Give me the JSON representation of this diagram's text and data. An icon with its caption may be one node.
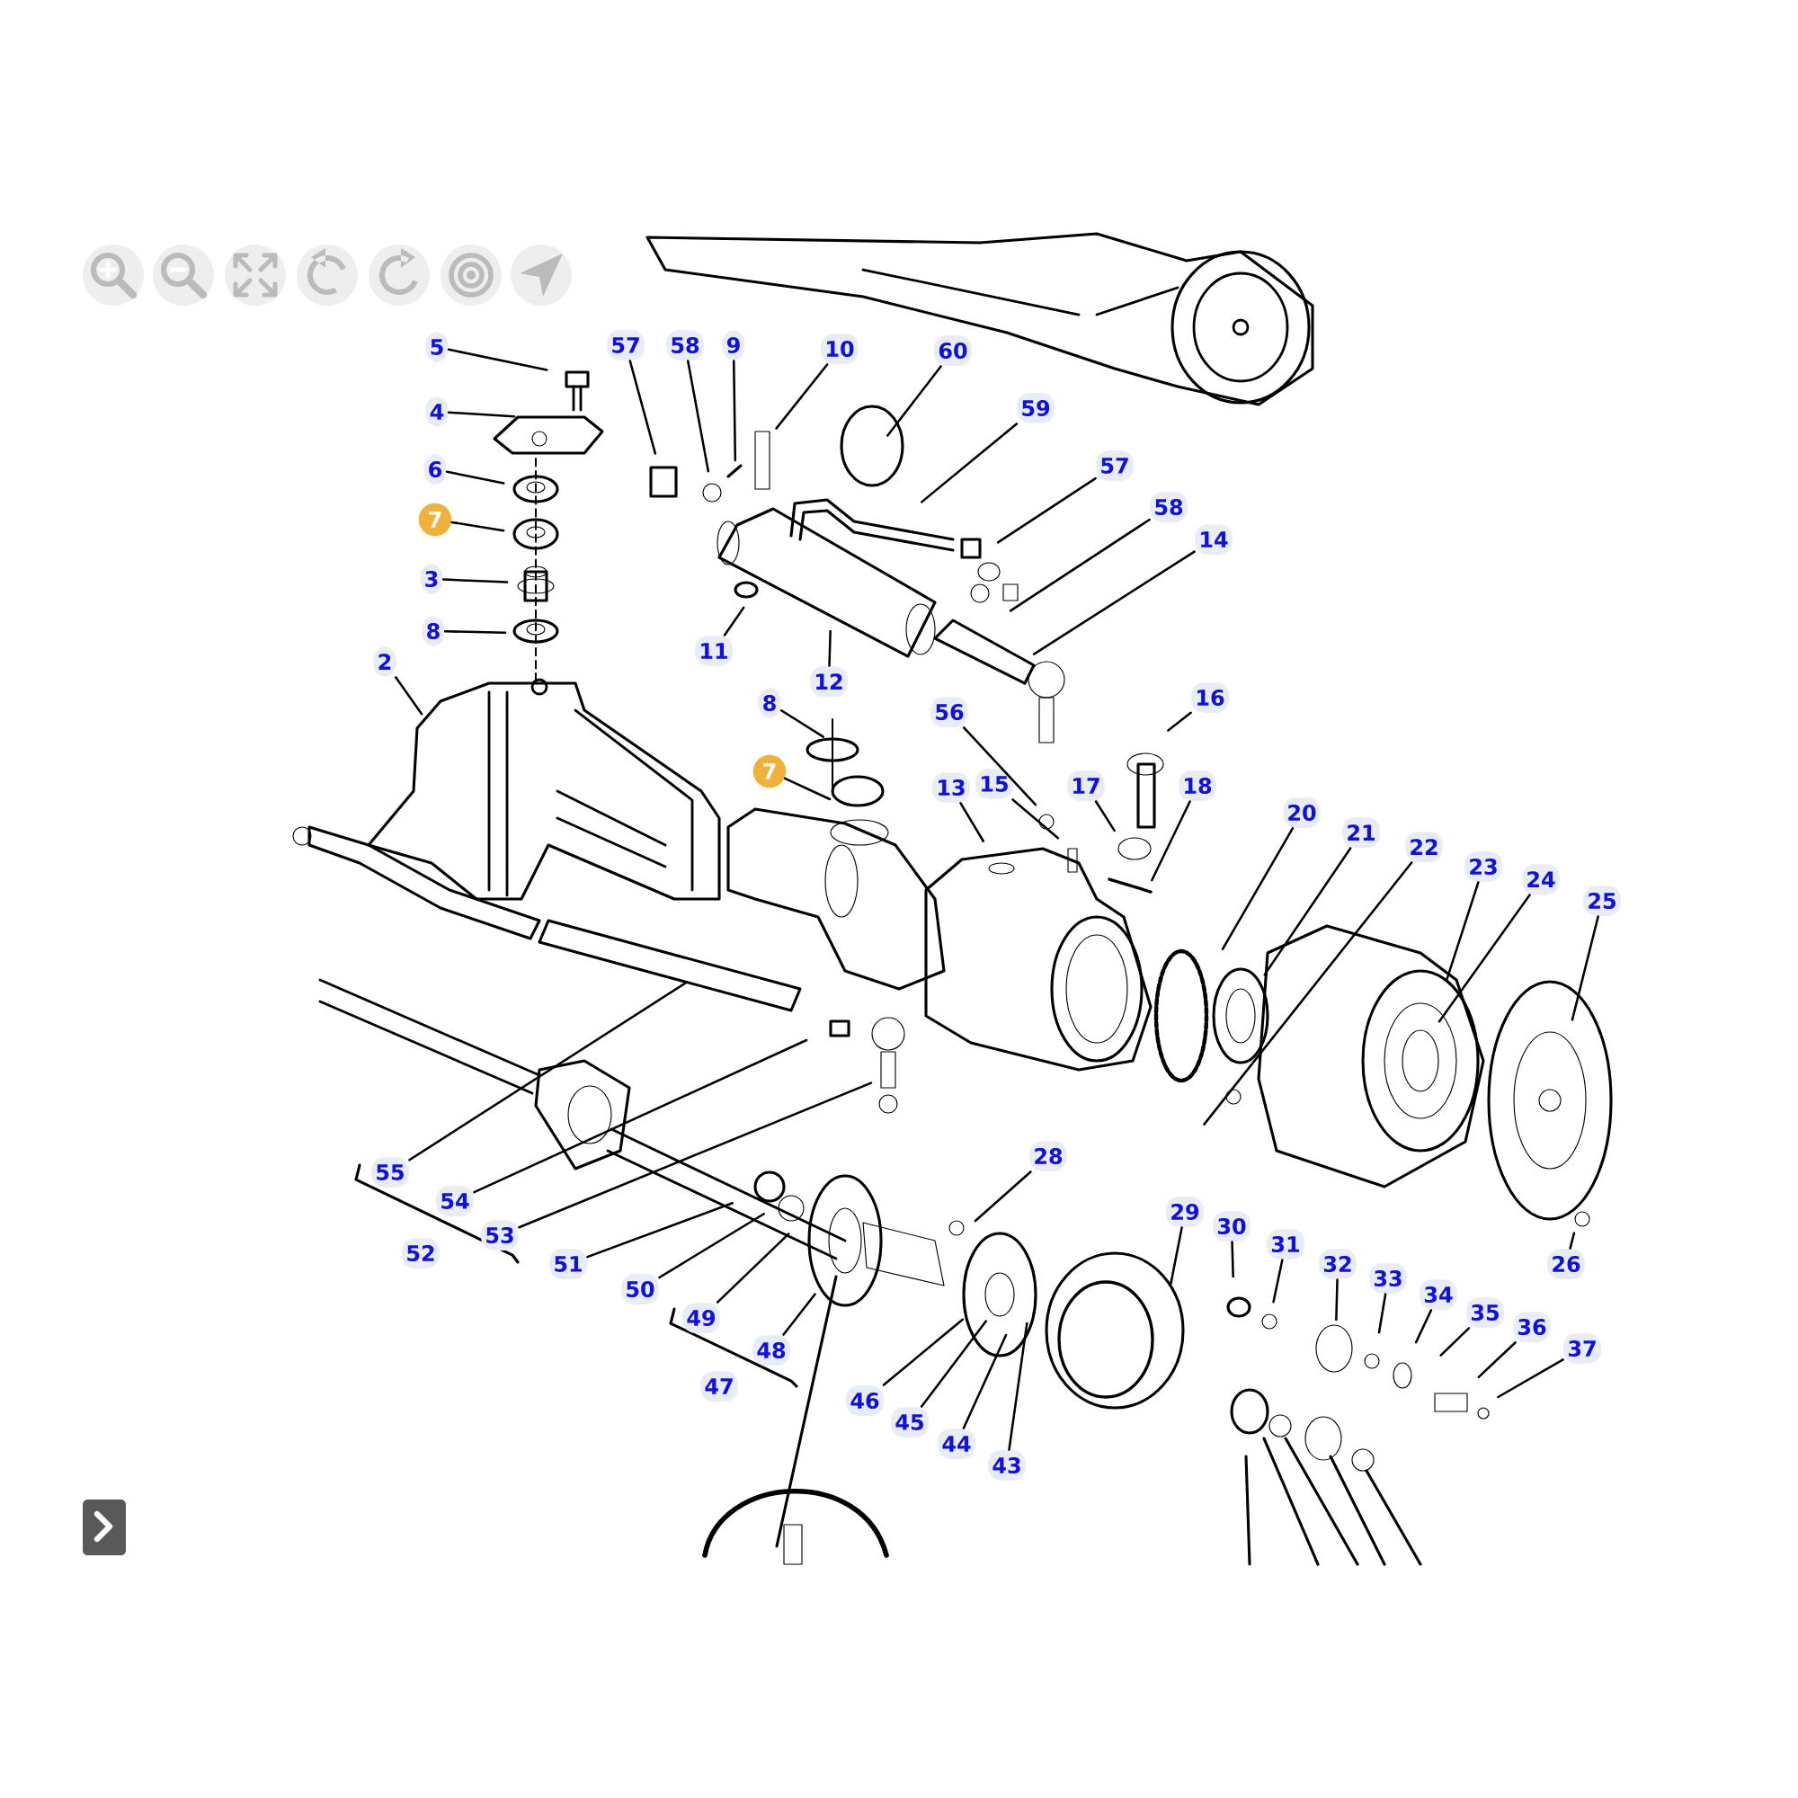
{
  "diagram": {
    "nodes": [
      {
        "text": [
          "5"
        ]
      },
      {
        "text": [
          "4"
        ]
      },
      {
        "text": [
          "6"
        ]
      },
      {
        "text": [
          "7"
        ]
      },
      {
        "text": [
          "3"
        ]
      },
      {
        "text": [
          "8"
        ]
      },
      {
        "text": [
          "2"
        ]
      },
      {
        "text": [
          "57"
        ]
      },
      {
        "text": [
          "58"
        ]
      },
      {
        "text": [
          "9"
        ]
      },
      {
        "text": [
          "10"
        ]
      },
      {
        "text": [
          "60"
        ]
      },
      {
        "text": [
          "59"
        ]
      },
      {
        "text": [
          "57"
        ]
      },
      {
        "text": [
          "58"
        ]
      },
      {
        "text": [
          "14"
        ]
      },
      {
        "text": [
          "11"
        ]
      },
      {
        "text": [
          "12"
        ]
      },
      {
        "text": [
          "8"
        ]
      },
      {
        "text": [
          "7"
        ]
      },
      {
        "text": [
          "16"
        ]
      },
      {
        "text": [
          "56"
        ]
      },
      {
        "text": [
          "13"
        ]
      },
      {
        "text": [
          "15"
        ]
      },
      {
        "text": [
          "17"
        ]
      },
      {
        "text": [
          "18"
        ]
      },
      {
        "text": [
          "20"
        ]
      },
      {
        "text": [
          "21"
        ]
      },
      {
        "text": [
          "22"
        ]
      },
      {
        "text": [
          "23"
        ]
      },
      {
        "text": [
          "24"
        ]
      },
      {
        "text": [
          "25"
        ]
      },
      {
        "text": [
          "26"
        ]
      },
      {
        "text": [
          "28"
        ]
      },
      {
        "text": [
          "29"
        ]
      },
      {
        "text": [
          "30"
        ]
      },
      {
        "text": [
          "31"
        ]
      },
      {
        "text": [
          "32"
        ]
      },
      {
        "text": [
          "33"
        ]
      },
      {
        "text": [
          "34"
        ]
      },
      {
        "text": [
          "35"
        ]
      },
      {
        "text": [
          "36"
        ]
      },
      {
        "text": [
          "37"
        ]
      },
      {
        "text": [
          "55"
        ]
      },
      {
        "text": [
          "54"
        ]
      },
      {
        "text": [
          "53"
        ]
      },
      {
        "text": [
          "51"
        ]
      },
      {
        "text": [
          "50"
        ]
      },
      {
        "text": [
          "49"
        ]
      },
      {
        "text": [
          "48"
        ]
      },
      {
        "text": [
          "46"
        ]
      },
      {
        "text": [
          "45"
        ]
      },
      {
        "text": [
          "44"
        ]
      },
      {
        "text": [
          "43"
        ]
      },
      {
        "text": [
          "52"
        ]
      },
      {
        "text": [
          "47"
        ]
      }
    ],
    "edges": [
      {
        "from": 0,
        "to": null,
        "arrow": "none"
      },
      {
        "from": 1,
        "to": null,
        "arrow": "none"
      },
      {
        "from": 2,
        "to": null,
        "arrow": "none"
      },
      {
        "from": 3,
        "to": null,
        "arrow": "none"
      },
      {
        "from": 4,
        "to": null,
        "arrow": "none"
      },
      {
        "from": 5,
        "to": null,
        "arrow": "none"
      },
      {
        "from": 6,
        "to": null,
        "arrow": "none"
      },
      {
        "from": 7,
        "to": null,
        "arrow": "none"
      },
      {
        "from": 8,
        "to": null,
        "arrow": "none"
      },
      {
        "from": 9,
        "to": null,
        "arrow": "none"
      },
      {
        "from": 10,
        "to": null,
        "arrow": "none"
      },
      {
        "from": 11,
        "to": null,
        "arrow": "none"
      },
      {
        "from": 12,
        "to": null,
        "arrow": "none"
      },
      {
        "from": 13,
        "to": null,
        "arrow": "none"
      },
      {
        "from": 14,
        "to": null,
        "arrow": "none"
      },
      {
        "from": 15,
        "to": null,
        "arrow": "none"
      },
      {
        "from": 16,
        "to": null,
        "arrow": "none"
      },
      {
        "from": 17,
        "to": null,
        "arrow": "none"
      },
      {
        "from": 18,
        "to": null,
        "arrow": "none"
      },
      {
        "from": 19,
        "to": null,
        "arrow": "none"
      },
      {
        "from": 20,
        "to": null,
        "arrow": "none"
      },
      {
        "from": 21,
        "to": null,
        "arrow": "none"
      },
      {
        "from": 22,
        "to": null,
        "arrow": "none"
      },
      {
        "from": 23,
        "to": null,
        "arrow": "none"
      },
      {
        "from": 24,
        "to": null,
        "arrow": "none"
      },
      {
        "from": 25,
        "to": null,
        "arrow": "none"
      },
      {
        "from": 26,
        "to": null,
        "arrow": "none"
      },
      {
        "from": 27,
        "to": null,
        "arrow": "none"
      },
      {
        "from": 28,
        "to": null,
        "arrow": "none"
      },
      {
        "from": 29,
        "to": null,
        "arrow": "none"
      },
      {
        "from": 30,
        "to": null,
        "arrow": "none"
      },
      {
        "from": 31,
        "to": null,
        "arrow": "none"
      },
      {
        "from": 32,
        "to": null,
        "arrow": "none"
      },
      {
        "from": 33,
        "to": null,
        "arrow": "none"
      },
      {
        "from": 34,
        "to": null,
        "arrow": "none"
      },
      {
        "from": 35,
        "to": null,
        "arrow": "none"
      },
      {
        "from": 36,
        "to": null,
        "arrow": "none"
      },
      {
        "from": 37,
        "to": null,
        "arrow": "none"
      },
      {
        "from": 38,
        "to": null,
        "arrow": "none"
      },
      {
        "from": 39,
        "to": null,
        "arrow": "none"
      },
      {
        "from": 40,
        "to": null,
        "arrow": "none"
      },
      {
        "from": 41,
        "to": null,
        "arrow": "none"
      },
      {
        "from": 42,
        "to": null,
        "arrow": "none"
      },
      {
        "from": 43,
        "to": null,
        "arrow": "none"
      },
      {
        "from": 44,
        "to": null,
        "arrow": "none"
      },
      {
        "from": 45,
        "to": null,
        "arrow": "none"
      },
      {
        "from": 46,
        "to": null,
        "arrow": "none"
      },
      {
        "from": 47,
        "to": null,
        "arrow": "none"
      },
      {
        "from": 48,
        "to": null,
        "arrow": "none"
      },
      {
        "from": 49,
        "to": null,
        "arrow": "none"
      },
      {
        "from": 50,
        "to": null,
        "arrow": "none"
      },
      {
        "from": 51,
        "to": null,
        "arrow": "none"
      },
      {
        "from": 52,
        "to": null,
        "arrow": "none"
      },
      {
        "from": 53,
        "to": null,
        "arrow": "none"
      }
    ]
  }
}
